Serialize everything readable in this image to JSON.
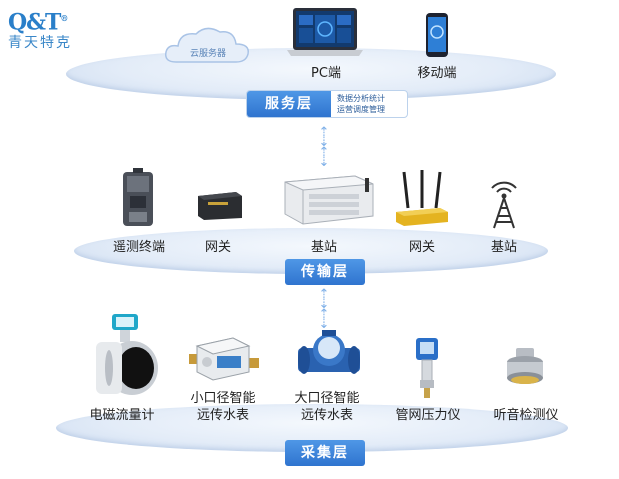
{
  "logo": {
    "mark": "Q&T",
    "reg": "®",
    "name": "青天特克"
  },
  "service_layer": {
    "cloud_label": "云服务器",
    "devices": [
      "PC端",
      "移动端"
    ],
    "title": "服务层",
    "desc_line1": "数据分析统计",
    "desc_line2": "运营调度管理"
  },
  "transport_layer": {
    "devices": [
      "遥测终端",
      "网关",
      "基站",
      "网关",
      "基站"
    ],
    "title": "传输层"
  },
  "collection_layer": {
    "devices": [
      {
        "line1": "电磁流量计",
        "line2": ""
      },
      {
        "line1": "小口径智能",
        "line2": "远传水表"
      },
      {
        "line1": "大口径智能",
        "line2": "远传水表"
      },
      {
        "line1": "管网压力仪",
        "line2": ""
      },
      {
        "line1": "听音检测仪",
        "line2": ""
      }
    ],
    "title": "采集层"
  },
  "colors": {
    "accent": "#3d86dc",
    "platform": "#dce8f6"
  }
}
